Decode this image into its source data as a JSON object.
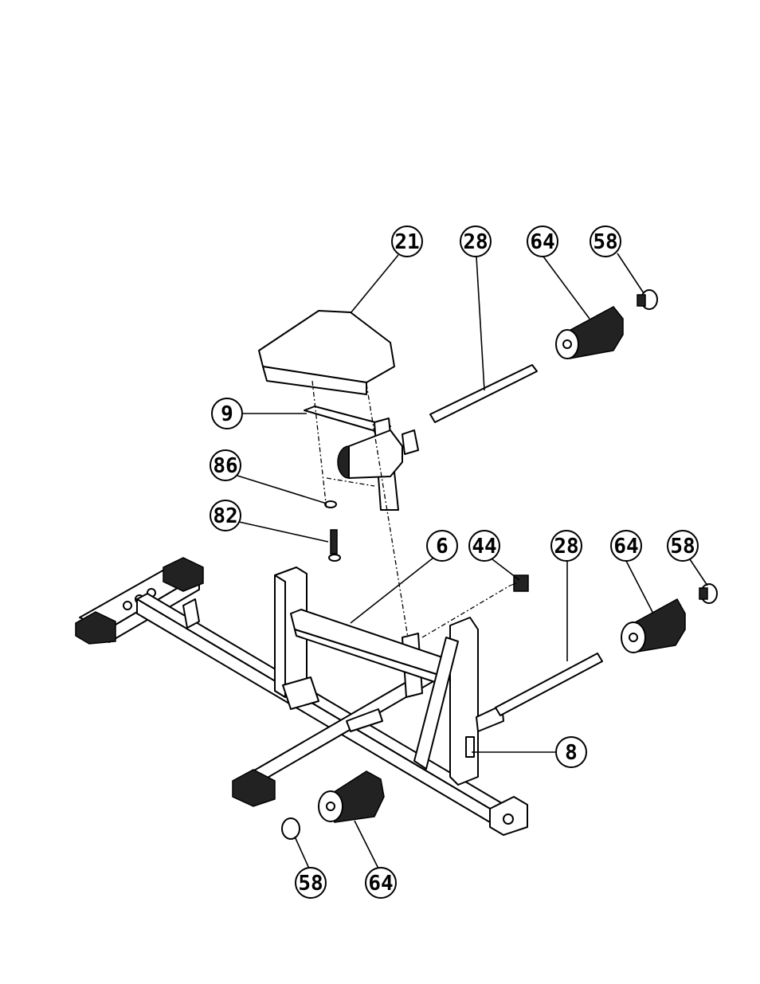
{
  "callouts": [
    {
      "id": "c21a",
      "label": "21"
    },
    {
      "id": "c28a",
      "label": "28"
    },
    {
      "id": "c64a",
      "label": "64"
    },
    {
      "id": "c58a",
      "label": "58"
    },
    {
      "id": "c9",
      "label": "9"
    },
    {
      "id": "c86",
      "label": "86"
    },
    {
      "id": "c82",
      "label": "82"
    },
    {
      "id": "c6",
      "label": "6"
    },
    {
      "id": "c44",
      "label": "44"
    },
    {
      "id": "c28b",
      "label": "28"
    },
    {
      "id": "c64b",
      "label": "64"
    },
    {
      "id": "c58b",
      "label": "58"
    },
    {
      "id": "c8",
      "label": "8"
    },
    {
      "id": "c58c",
      "label": "58"
    },
    {
      "id": "c64c",
      "label": "64"
    }
  ],
  "colors": {
    "line": "#000000",
    "background": "#ffffff"
  }
}
